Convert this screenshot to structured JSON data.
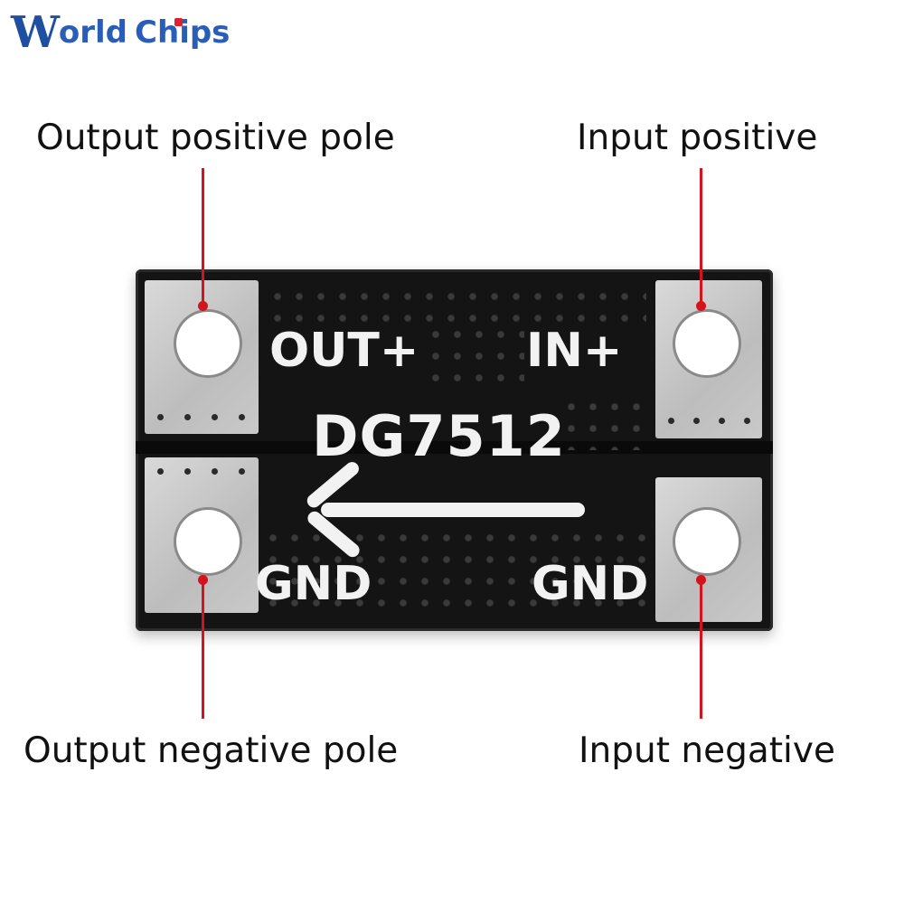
{
  "brand": {
    "logo_w": "W",
    "logo_rest": "orld",
    "logo_chips": "Chips"
  },
  "labels": {
    "output_positive": "Output positive pole",
    "input_positive": "Input positive",
    "output_negative": "Output negative pole",
    "input_negative": "Input negative"
  },
  "board": {
    "out_plus": "OUT+",
    "in_plus": "IN+",
    "model": "DG7512",
    "gnd_left": "GND",
    "gnd_right": "GND"
  },
  "colors": {
    "leader_line": "#d4141c",
    "board": "#141414",
    "pad": "#c8c8c8",
    "brand_blue": "#1f4fa0",
    "brand_red": "#e31e2e"
  }
}
